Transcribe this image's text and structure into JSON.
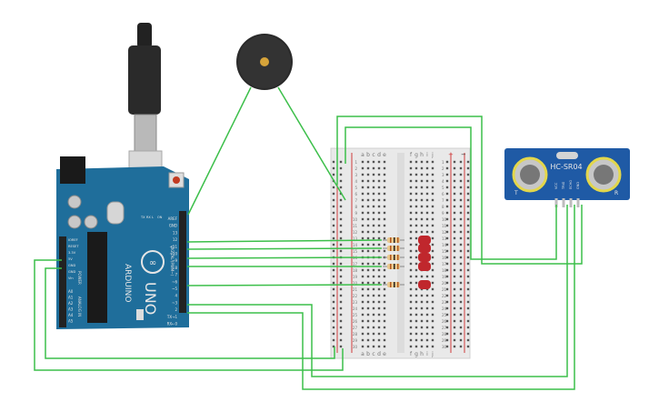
{
  "arduino": {
    "brand": "ARDUINO",
    "model": "UNO",
    "header_top": {
      "aref": "AREF",
      "gnd": "GND",
      "pins": [
        "13",
        "12",
        "~11",
        "~10",
        "~9",
        "8",
        "7",
        "~6",
        "~5",
        "4",
        "~3",
        "2",
        "TX→1",
        "RX←0"
      ],
      "digital_label": "DIGITAL (PWM~)"
    },
    "power_header": {
      "labels": [
        "IOREF",
        "RESET",
        "3.3V",
        "5V",
        "GND",
        "GND",
        "Vin"
      ],
      "title": "POWER"
    },
    "analog_header": {
      "labels": [
        "A0",
        "A1",
        "A2",
        "A3",
        "A4",
        "A5"
      ],
      "title": "ANALOG IN"
    },
    "leds": [
      "TX",
      "RX",
      "L",
      "ON"
    ]
  },
  "breadboard": {
    "col_letters_left": [
      "a",
      "b",
      "c",
      "d",
      "e"
    ],
    "col_letters_right": [
      "f",
      "g",
      "h",
      "i",
      "j"
    ],
    "rail_plus": "+",
    "rail_minus": "−",
    "row_numbers": [
      "1",
      "2",
      "3",
      "4",
      "5",
      "6",
      "7",
      "8",
      "9",
      "10",
      "11",
      "12",
      "13",
      "14",
      "15",
      "16",
      "17",
      "18",
      "19",
      "20",
      "21",
      "22",
      "23",
      "24",
      "25",
      "26",
      "27",
      "28",
      "29",
      "30"
    ]
  },
  "sensor": {
    "label": "HC-SR04",
    "pins": [
      "VCC",
      "TRIG",
      "ECHO",
      "GND"
    ],
    "left_mark": "T",
    "right_mark": "R"
  },
  "colors": {
    "wire": "#3cbf4a",
    "arduino_board": "#1f6e9b",
    "sensor_board": "#1f5aa5",
    "led": "#c0272d",
    "resistor": "#e9c98f"
  }
}
